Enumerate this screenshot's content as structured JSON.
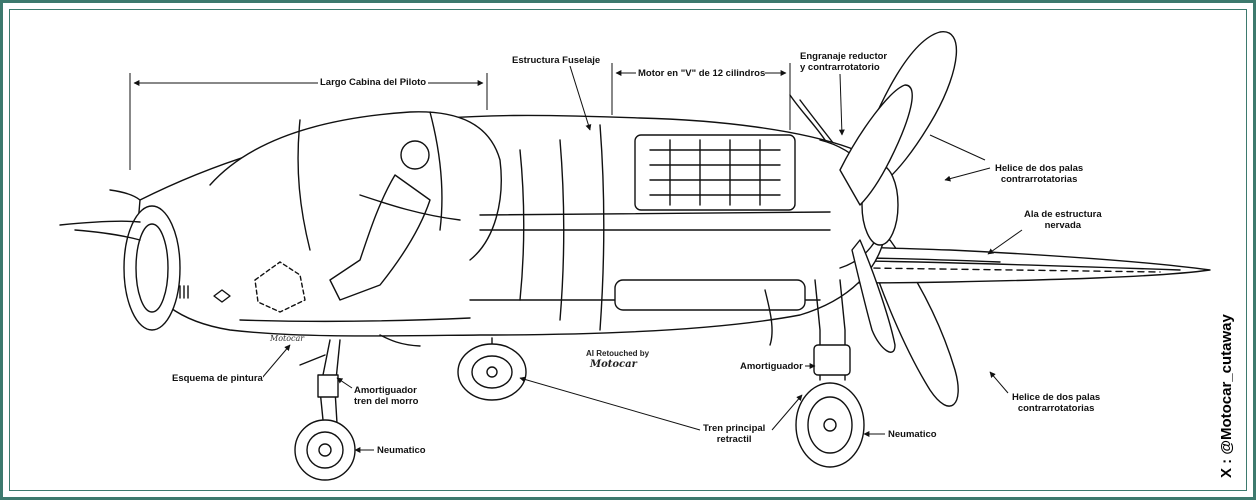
{
  "labels": {
    "cockpit_length": "Largo Cabina del Piloto",
    "fuselage_structure": "Estructura Fuselaje",
    "engine": "Motor en \"V\" de 12 cilindros",
    "gear_reducer_l1": "Engranaje reductor",
    "gear_reducer_l2": "y contrarrotatorio",
    "propeller_top_l1": "Helice de dos palas",
    "propeller_top_l2": "contrarrotatorias",
    "wing_l1": "Ala de estructura",
    "wing_l2": "nervada",
    "paint_scheme": "Esquema de pintura",
    "nose_shock_l1": "Amortiguador",
    "nose_shock_l2": "tren del morro",
    "nose_tire": "Neumatico",
    "main_gear_l1": "Tren principal",
    "main_gear_l2": "retractil",
    "main_shock": "Amortiguador",
    "main_tire": "Neumatico",
    "propeller_bottom_l1": "Helice de dos palas",
    "propeller_bottom_l2": "contrarrotatorias"
  },
  "branding": {
    "watermark": "X : @Motocar_cutaway",
    "retouched": "AI Retouched by",
    "retouched_logo": "Motocar",
    "fuselage_mark": "Motocar"
  },
  "colors": {
    "frame": "#3d7a6e",
    "ink": "#111111"
  }
}
